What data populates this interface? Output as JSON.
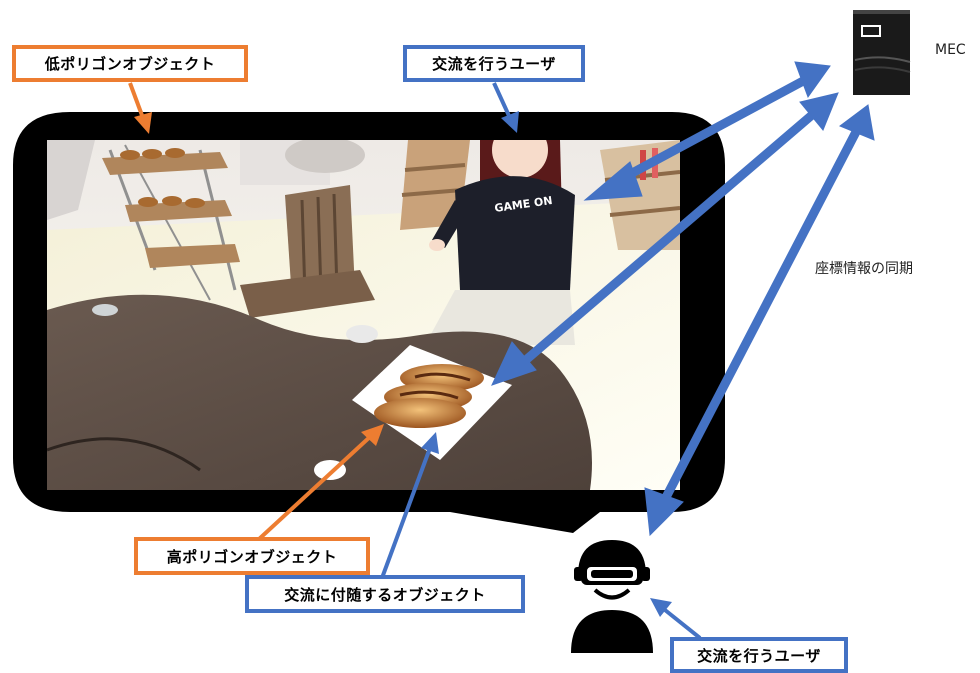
{
  "labels": {
    "low_poly": "低ポリゴンオブジェクト",
    "user_top": "交流を行うユーザ",
    "high_poly": "高ポリゴンオブジェクト",
    "attached_object": "交流に付随するオブジェクト",
    "user_bottom": "交流を行うユーザ"
  },
  "server": {
    "name": "MEC",
    "icon": "server-icon"
  },
  "sync_text": "座標情報の同期",
  "scene": {
    "avatar_shirt_text": "GAME ON",
    "icons": [
      "vr-user-icon",
      "bread-plate",
      "chair",
      "shelf",
      "avatar"
    ]
  },
  "colors": {
    "orange": "#ed7d31",
    "blue": "#4472c4",
    "device_frame": "#000000"
  }
}
